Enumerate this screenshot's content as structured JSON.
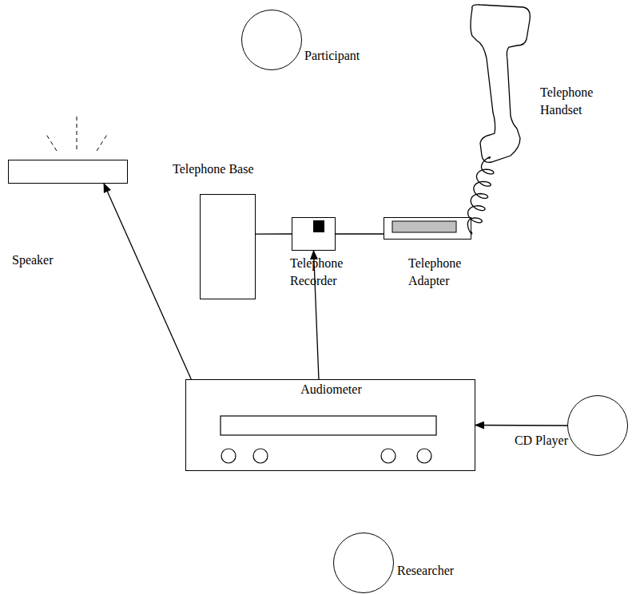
{
  "diagram": {
    "nodes": [
      {
        "text": [
          "Participant"
        ]
      },
      {
        "text": [
          "Telephone Handset"
        ]
      },
      {
        "text": [
          "Speaker"
        ]
      },
      {
        "text": [
          "Telephone Base"
        ]
      },
      {
        "text": [
          "Telephone Recorder"
        ]
      },
      {
        "text": [
          "Telephone Adapter"
        ]
      },
      {
        "text": [
          "Audiometer"
        ]
      },
      {
        "text": [
          "CD Player"
        ]
      },
      {
        "text": [
          "Researcher"
        ]
      }
    ],
    "edges": [
      {
        "from": 6,
        "to": 2,
        "arrow": "to"
      },
      {
        "from": 6,
        "to": 4,
        "arrow": "to"
      },
      {
        "from": 7,
        "to": 6,
        "arrow": "to"
      },
      {
        "from": 3,
        "to": 4,
        "arrow": "none"
      },
      {
        "from": 4,
        "to": 5,
        "arrow": "none"
      },
      {
        "from": 5,
        "to": 1,
        "arrow": "none"
      }
    ]
  }
}
